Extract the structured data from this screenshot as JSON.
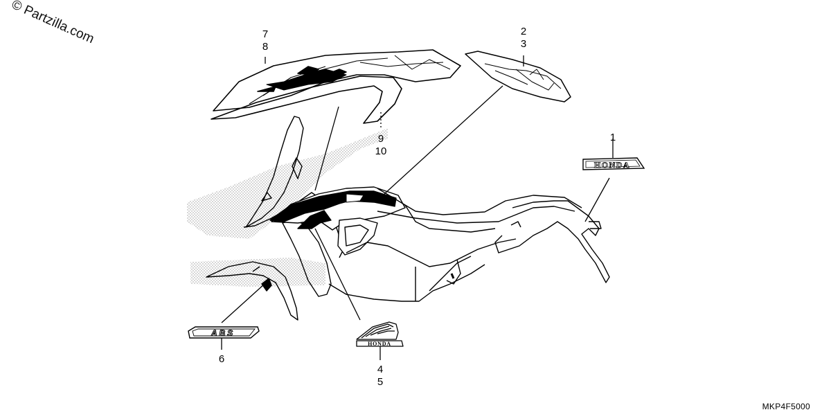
{
  "watermark": "© Partzilla.com",
  "diagram_code": "MKP4F5000",
  "callouts": [
    {
      "id": "1",
      "lines": [
        "1"
      ]
    },
    {
      "id": "2-3",
      "lines": [
        "2",
        "3"
      ]
    },
    {
      "id": "4-5",
      "lines": [
        "4",
        "5"
      ]
    },
    {
      "id": "6",
      "lines": [
        "6"
      ]
    },
    {
      "id": "7-8",
      "lines": [
        "7",
        "8"
      ]
    },
    {
      "id": "9-10",
      "lines": [
        "9",
        "10"
      ]
    }
  ],
  "decals": {
    "honda_logo_text": "HONDA",
    "wing_badge_text": "HONDA",
    "abs_text": "ABS"
  },
  "colors": {
    "line": "#000000",
    "stipple": "#b8b8b8",
    "background": "#ffffff"
  }
}
